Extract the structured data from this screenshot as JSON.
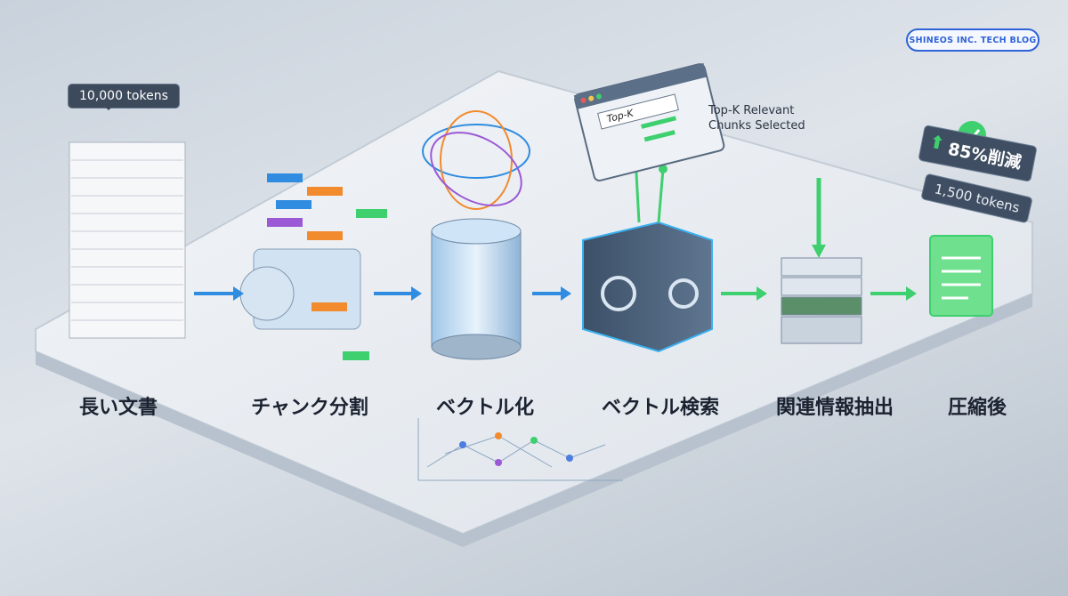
{
  "brand": {
    "label": "SHINEOS INC. TECH BLOG"
  },
  "input_badge": {
    "label": "10,000 tokens"
  },
  "stages": [
    {
      "label": "長い文書",
      "icon": "document-stack-icon"
    },
    {
      "label": "チャンク分割",
      "icon": "chunker-machine-icon"
    },
    {
      "label": "ベクトル化",
      "icon": "vector-cylinder-icon"
    },
    {
      "label": "ベクトル検索",
      "icon": "search-cube-icon"
    },
    {
      "label": "関連情報抽出",
      "icon": "server-stack-icon"
    },
    {
      "label": "圧縮後",
      "icon": "compressed-document-icon"
    }
  ],
  "search_window": {
    "query": "Top-K",
    "caption_line1": "Top-K Relevant",
    "caption_line2": "Chunks Selected"
  },
  "result": {
    "reduction": "85%削減",
    "tokens": "1,500 tokens"
  },
  "colors": {
    "accent_blue": "#2f8ce0",
    "accent_green": "#3ecf6e",
    "brand": "#2f63d8"
  }
}
